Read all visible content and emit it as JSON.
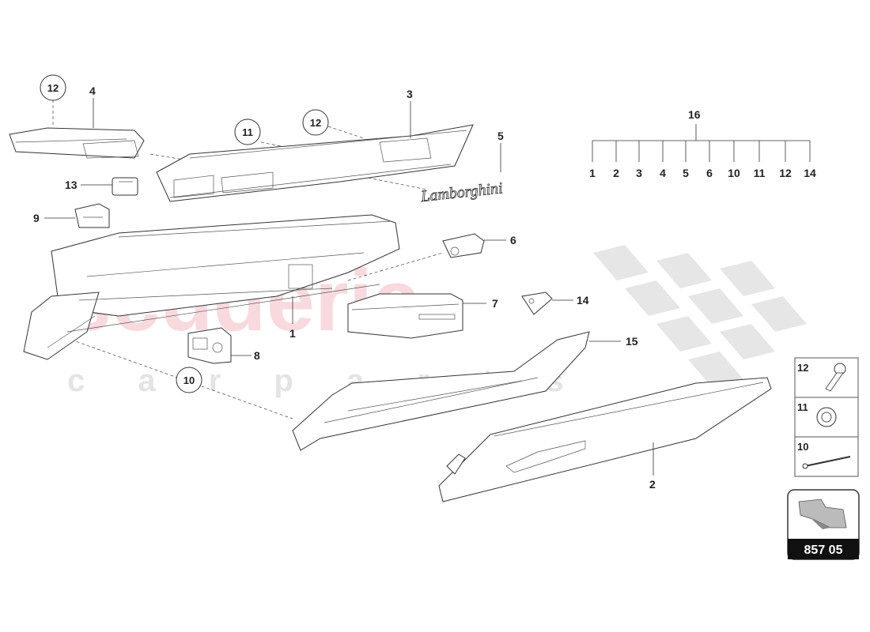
{
  "watermark": {
    "brand": "scuderia",
    "tagline": "c a r   p a r t s",
    "color": "#f3c1c8"
  },
  "diagram_code": "857 05",
  "logo_script": "Lamborghini",
  "callouts": {
    "p1": "1",
    "p2": "2",
    "p3": "3",
    "p4": "4",
    "p5": "5",
    "p6": "6",
    "p7": "7",
    "p8": "8",
    "p9": "9",
    "p13": "13",
    "p14": "14",
    "p15": "15",
    "p16": "16"
  },
  "bubbles": {
    "b12a": "12",
    "b11": "11",
    "b12b": "12",
    "b10": "10"
  },
  "kit_contents": [
    "1",
    "2",
    "3",
    "4",
    "5",
    "6",
    "10",
    "11",
    "12",
    "14"
  ],
  "legend": [
    {
      "num": "12",
      "icon": "screw-icon"
    },
    {
      "num": "11",
      "icon": "clip-icon"
    },
    {
      "num": "10",
      "icon": "pin-icon"
    }
  ]
}
